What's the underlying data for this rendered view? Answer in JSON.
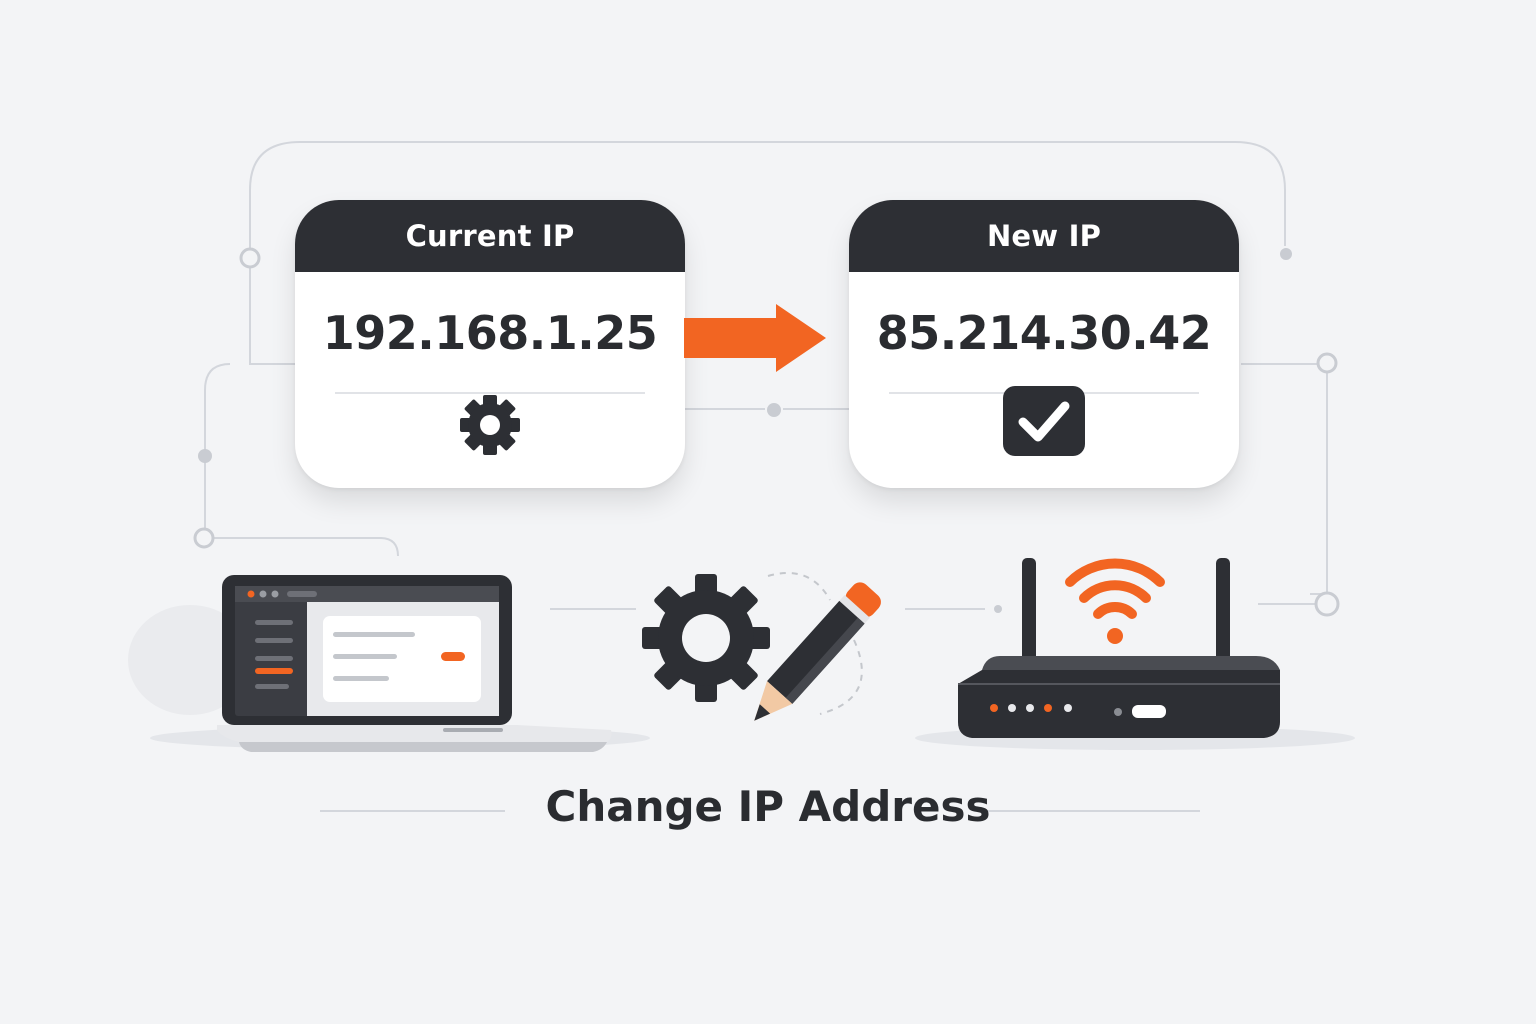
{
  "current_ip": {
    "label": "Current IP",
    "address": "192.168.1.25",
    "icon": "gear-icon"
  },
  "new_ip": {
    "label": "New IP",
    "address": "85.214.30.42",
    "icon": "checkbox-check-icon"
  },
  "title": "Change IP Address",
  "illustrations": [
    "laptop-icon",
    "gear-pencil-icon",
    "wifi-router-icon"
  ],
  "colors": {
    "accent": "#f26522",
    "dark": "#2d2f34",
    "background": "#f3f4f6",
    "card": "#ffffff",
    "line": "#cfd2d8"
  }
}
